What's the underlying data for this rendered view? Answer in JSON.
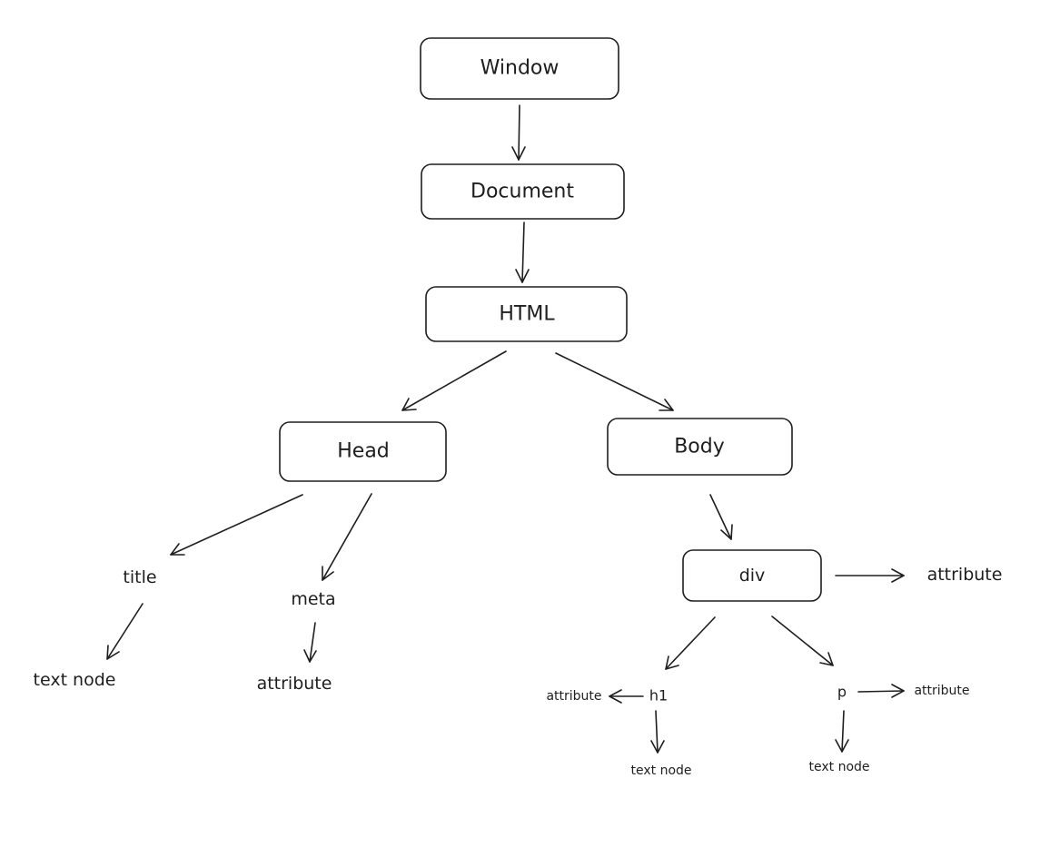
{
  "nodes": {
    "window": "Window",
    "document": "Document",
    "html": "HTML",
    "head": "Head",
    "body": "Body",
    "title": "title",
    "meta": "meta",
    "title_text": "text node",
    "meta_attr": "attribute",
    "div": "div",
    "div_attr": "attribute",
    "h1": "h1",
    "p": "p",
    "h1_attr": "attribute",
    "p_attr": "attribute",
    "h1_text": "text node",
    "p_text": "text node"
  }
}
